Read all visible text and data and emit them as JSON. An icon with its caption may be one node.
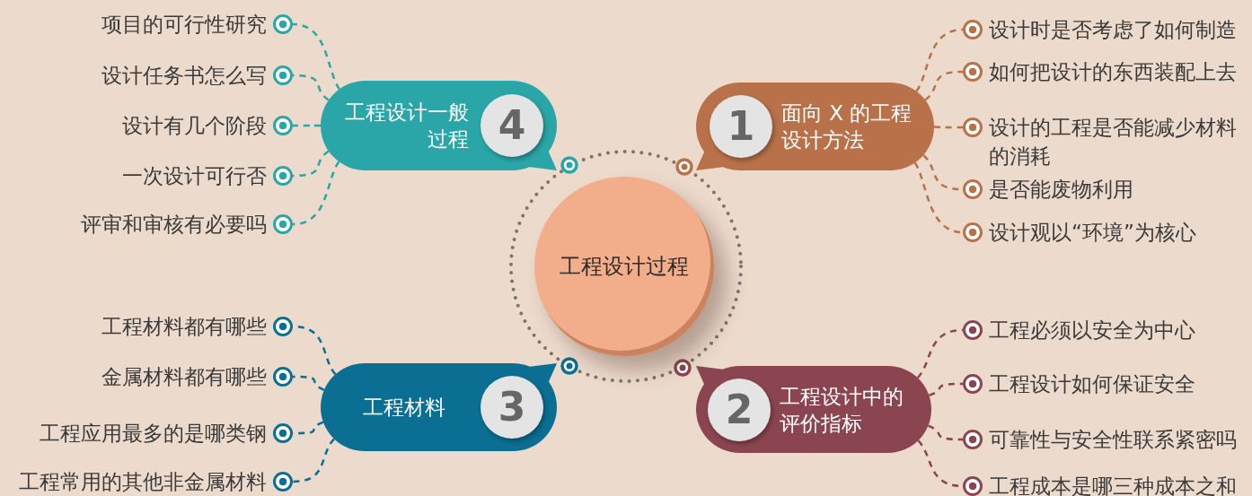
{
  "diagram": {
    "nodes": [
      {
        "text": [
          "工程设计过程"
        ]
      },
      {
        "text": [
          "1",
          "面向 X 的工程设计方法"
        ]
      },
      {
        "text": [
          "设计时是否考虑了如何制造"
        ]
      },
      {
        "text": [
          "如何把设计的东西装配上去"
        ]
      },
      {
        "text": [
          "设计的工程是否能减少材料的消耗"
        ]
      },
      {
        "text": [
          "是否能废物利用"
        ]
      },
      {
        "text": [
          "设计观以“环境”为核心"
        ]
      },
      {
        "text": [
          "2",
          "工程设计中的评价指标"
        ]
      },
      {
        "text": [
          "工程必须以安全为中心"
        ]
      },
      {
        "text": [
          "工程设计如何保证安全"
        ]
      },
      {
        "text": [
          "可靠性与安全性联系紧密吗"
        ]
      },
      {
        "text": [
          "工程成本是哪三种成本之和"
        ]
      },
      {
        "text": [
          "工程材料",
          "3"
        ]
      },
      {
        "text": [
          "工程材料都有哪些"
        ]
      },
      {
        "text": [
          "金属材料都有哪些"
        ]
      },
      {
        "text": [
          "工程应用最多的是哪类钢"
        ]
      },
      {
        "text": [
          "工程常用的其他非金属材料"
        ]
      },
      {
        "text": [
          "工程设计一般过程",
          "4"
        ]
      },
      {
        "text": [
          "项目的可行性研究"
        ]
      },
      {
        "text": [
          "设计任务书怎么写"
        ]
      },
      {
        "text": [
          "设计有几个阶段"
        ]
      },
      {
        "text": [
          "一次设计可行否"
        ]
      },
      {
        "text": [
          "评审和审核有必要吗"
        ]
      }
    ],
    "edges": [
      {
        "from": 1,
        "to": 2,
        "arrow": "none",
        "style": "dashed",
        "color": "#b87148"
      },
      {
        "from": 1,
        "to": 3,
        "arrow": "none",
        "style": "dashed",
        "color": "#b87148"
      },
      {
        "from": 1,
        "to": 4,
        "arrow": "none",
        "style": "dashed",
        "color": "#b87148"
      },
      {
        "from": 1,
        "to": 5,
        "arrow": "none",
        "style": "dashed",
        "color": "#b87148"
      },
      {
        "from": 1,
        "to": 6,
        "arrow": "none",
        "style": "dashed",
        "color": "#b87148"
      },
      {
        "from": 7,
        "to": 8,
        "arrow": "none",
        "style": "dashed",
        "color": "#8a4550"
      },
      {
        "from": 7,
        "to": 9,
        "arrow": "none",
        "style": "dashed",
        "color": "#8a4550"
      },
      {
        "from": 7,
        "to": 10,
        "arrow": "none",
        "style": "dashed",
        "color": "#8a4550"
      },
      {
        "from": 7,
        "to": 11,
        "arrow": "none",
        "style": "dashed",
        "color": "#8a4550"
      },
      {
        "from": 12,
        "to": 13,
        "arrow": "none",
        "style": "dashed",
        "color": "#0a6f92"
      },
      {
        "from": 12,
        "to": 14,
        "arrow": "none",
        "style": "dashed",
        "color": "#0a6f92"
      },
      {
        "from": 12,
        "to": 15,
        "arrow": "none",
        "style": "dashed",
        "color": "#0a6f92"
      },
      {
        "from": 12,
        "to": 16,
        "arrow": "none",
        "style": "dashed",
        "color": "#0a6f92"
      },
      {
        "from": 17,
        "to": 18,
        "arrow": "none",
        "style": "dashed",
        "color": "#2aa6a8"
      },
      {
        "from": 17,
        "to": 19,
        "arrow": "none",
        "style": "dashed",
        "color": "#2aa6a8"
      },
      {
        "from": 17,
        "to": 20,
        "arrow": "none",
        "style": "dashed",
        "color": "#2aa6a8"
      },
      {
        "from": 17,
        "to": 21,
        "arrow": "none",
        "style": "dashed",
        "color": "#2aa6a8"
      },
      {
        "from": 17,
        "to": 22,
        "arrow": "none",
        "style": "dashed",
        "color": "#2aa6a8"
      }
    ]
  }
}
